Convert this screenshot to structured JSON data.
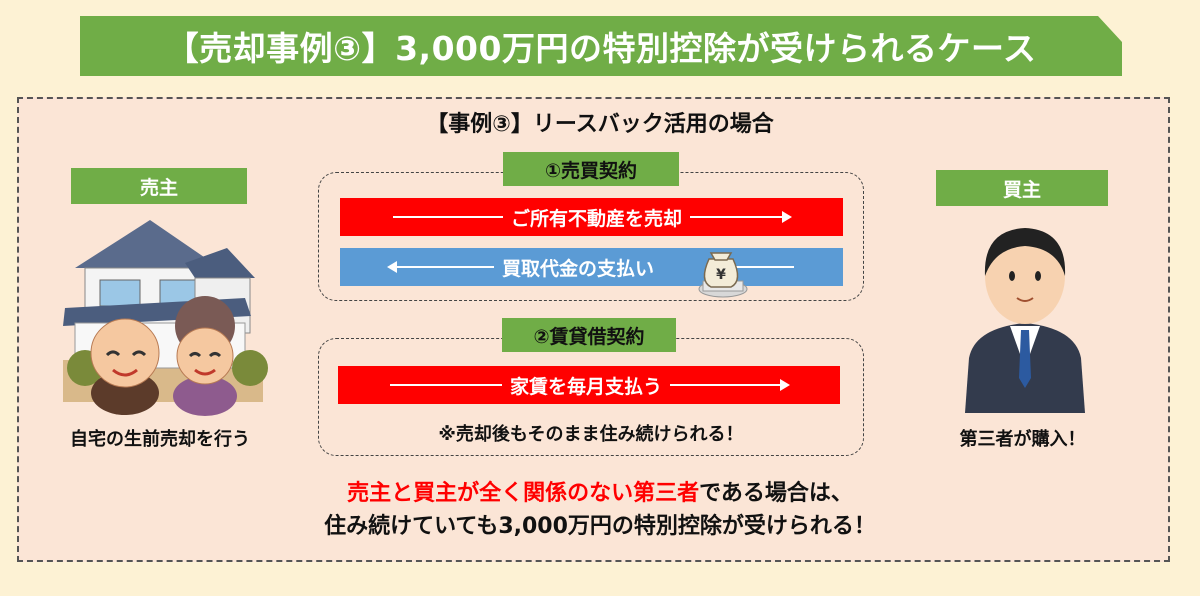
{
  "title": "【売却事例③】3,000万円の特別控除が受けられるケース",
  "subtitle": "【事例③】リースバック活用の場合",
  "seller": {
    "label": "売主",
    "caption": "自宅の生前売却を行う"
  },
  "buyer": {
    "label": "買主",
    "caption": "第三者が購入！"
  },
  "contract1": {
    "tag": "①売買契約",
    "sell_text": "ご所有不動産を売却",
    "pay_text": "買取代金の支払い",
    "money_bag_symbol": "¥"
  },
  "contract2": {
    "tag": "②賃貸借契約",
    "rent_text": "家賃を毎月支払う",
    "note": "※売却後もそのまま住み続けられる！"
  },
  "conclusion": {
    "line1_highlight": "売主と買主が全く関係のない第三者",
    "line1_rest": "である場合は、",
    "line2": "住み続けていても3,000万円の特別控除が受けられる！"
  },
  "colors": {
    "green": "#70ad47",
    "red": "#ff0000",
    "blue": "#5b9bd5",
    "panel": "#fbe5d6",
    "background": "#fdf2d4"
  }
}
